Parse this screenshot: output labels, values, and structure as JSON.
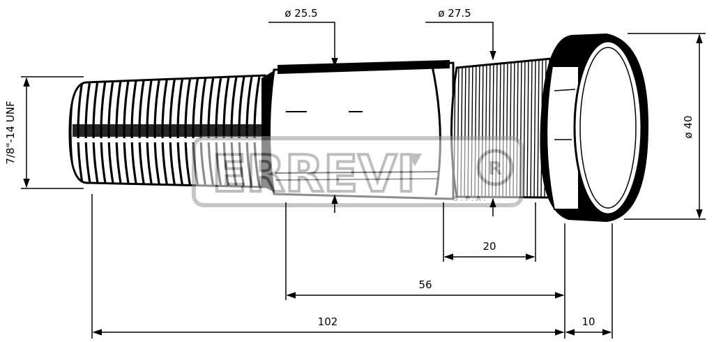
{
  "dimensions": {
    "dia_shank": "ø 25.5",
    "dia_knurl": "ø 27.5",
    "dia_head": "ø 40",
    "thread": "7/8\"-14 UNF",
    "len_knurl": "20",
    "len_shank": "56",
    "len_total": "102",
    "len_head": "10"
  },
  "watermark": {
    "brand": "ERREVI",
    "suffix": "S.P.A."
  },
  "colors": {
    "ink": "#000000",
    "paper": "#ffffff",
    "watermark": "#9a9a9a"
  }
}
